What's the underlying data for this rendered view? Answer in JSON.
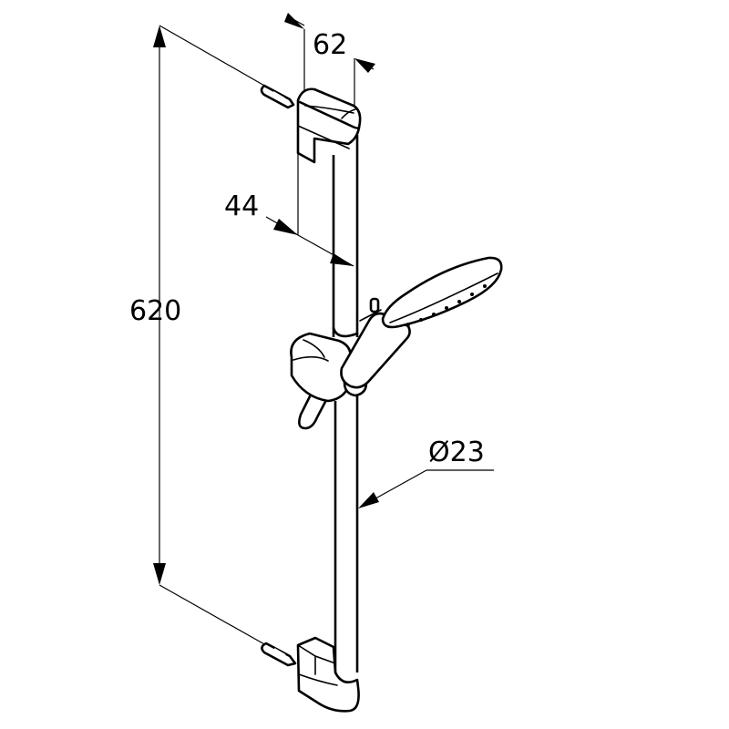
{
  "drawing": {
    "subject": "Shower rail set with hand shower",
    "line_color": "#000000",
    "background": "#ffffff"
  },
  "dimensions": {
    "overall_height": {
      "label": "620"
    },
    "bracket_depth": {
      "label": "62"
    },
    "rail_offset": {
      "label": "44"
    },
    "rail_diameter": {
      "label": "Ø23"
    }
  }
}
